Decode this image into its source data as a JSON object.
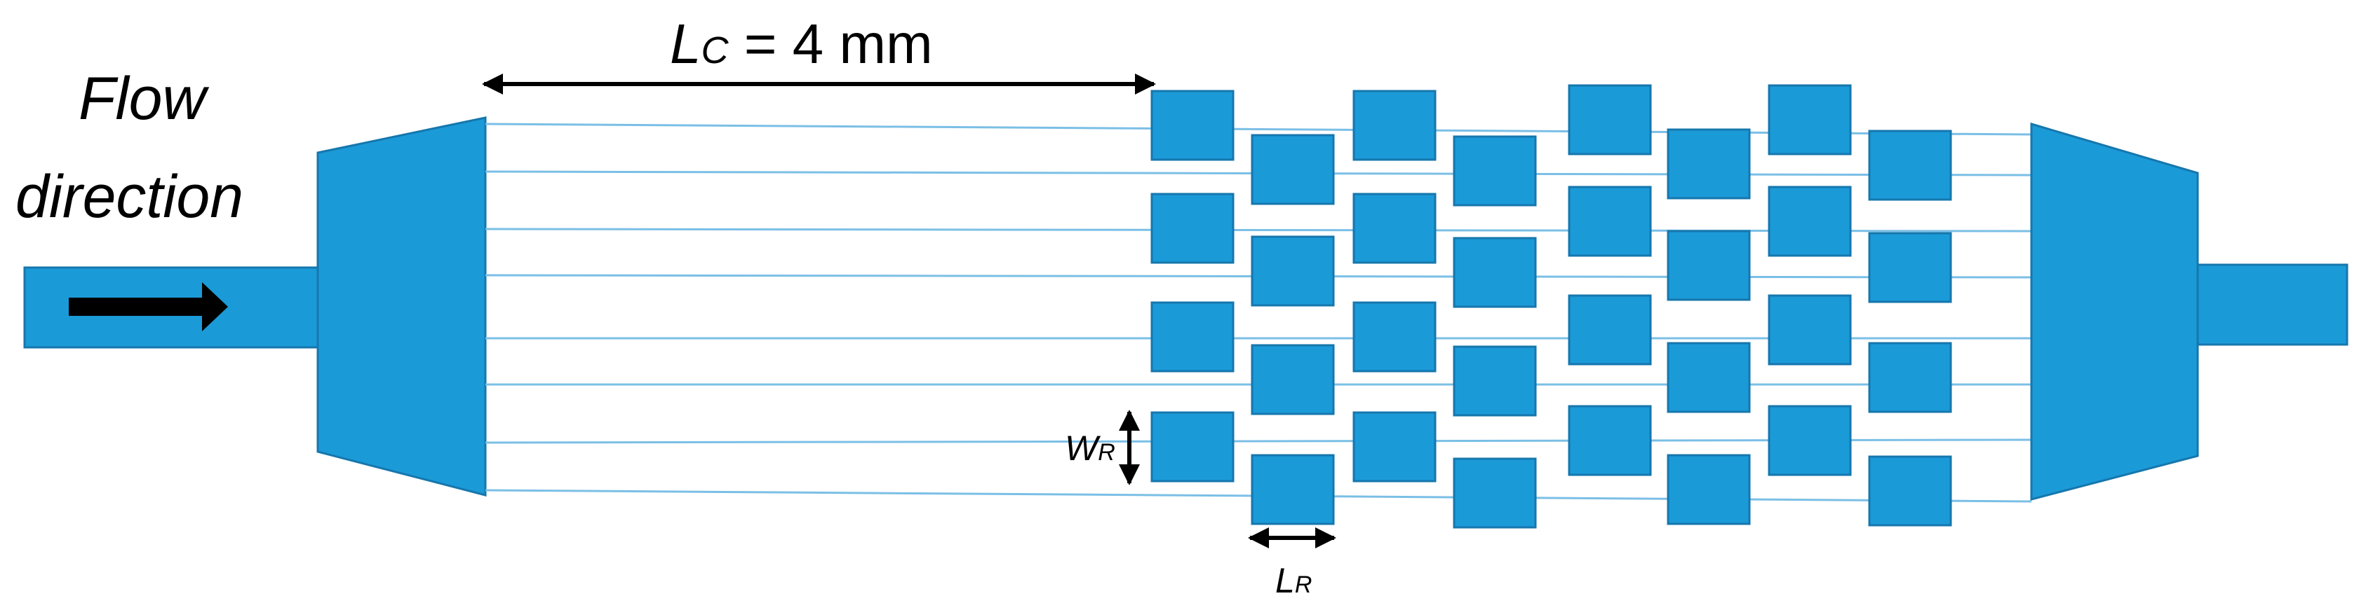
{
  "labels": {
    "flow_line1": "Flow",
    "flow_line2": "direction",
    "lc_symbol": "L",
    "lc_subscript": "C",
    "lc_value": " = 4 mm",
    "wr_symbol": "W",
    "wr_subscript": "R",
    "lr_symbol": "L",
    "lr_subscript": "R"
  },
  "colors": {
    "channel_fill": "#1b9ad8",
    "channel_stroke": "#1677ad",
    "streamline": "#7bbfe6",
    "arrow": "#000000",
    "text": "#000000"
  },
  "icons": {
    "flow_arrow": "right-arrow-icon",
    "dimension_arrow": "double-headed-arrow-icon"
  }
}
